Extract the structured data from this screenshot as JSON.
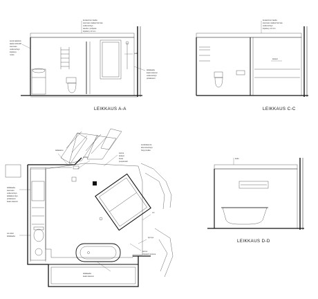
{
  "sections": {
    "a_a": {
      "label": "LEIKKAUS A-A"
    },
    "c_c": {
      "label": "LEIKKAUS C-C"
    },
    "d_d": {
      "label": "LEIKKAUS D-D"
    }
  },
  "colors": {
    "line": "#111111",
    "grid": "#555555",
    "paper": "#ffffff"
  }
}
